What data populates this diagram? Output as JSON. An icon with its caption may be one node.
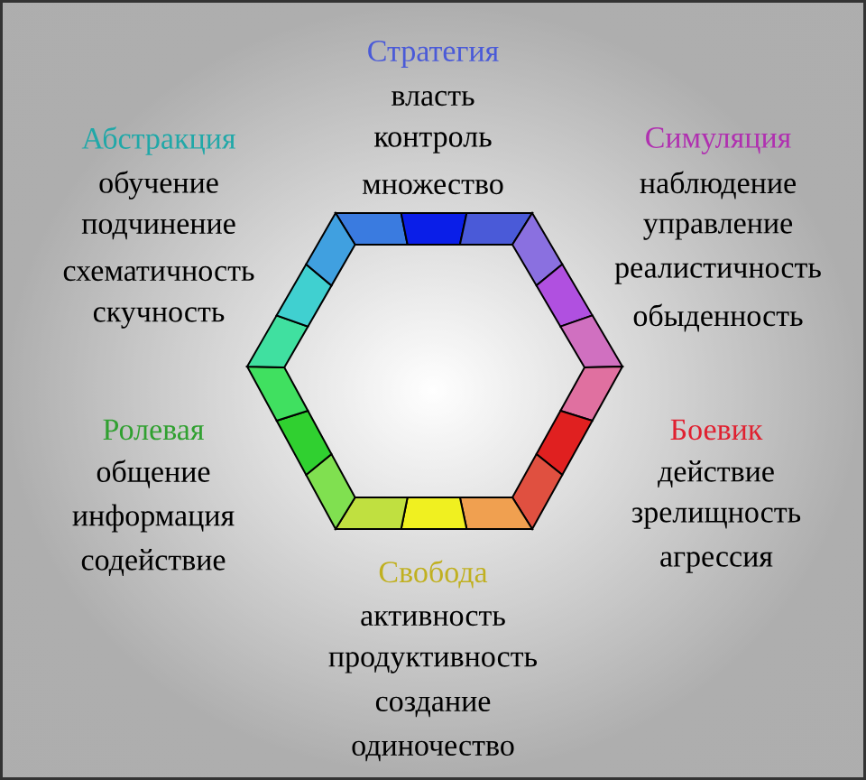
{
  "diagram": {
    "labels": [
      "Стратегия",
      "власть",
      "контроль",
      "множество",
      "Абстракция",
      "обучение",
      "подчинение",
      "схематичность",
      "скучность",
      "Симуляция",
      "наблюдение",
      "управление",
      "реалистичность",
      "обыденность",
      "Ролевая",
      "общение",
      "информация",
      "содействие",
      "Боевик",
      "действие",
      "зрелищность",
      "агрессия",
      "Свобода",
      "активность",
      "продуктивность",
      "создание",
      "одиночество"
    ]
  }
}
